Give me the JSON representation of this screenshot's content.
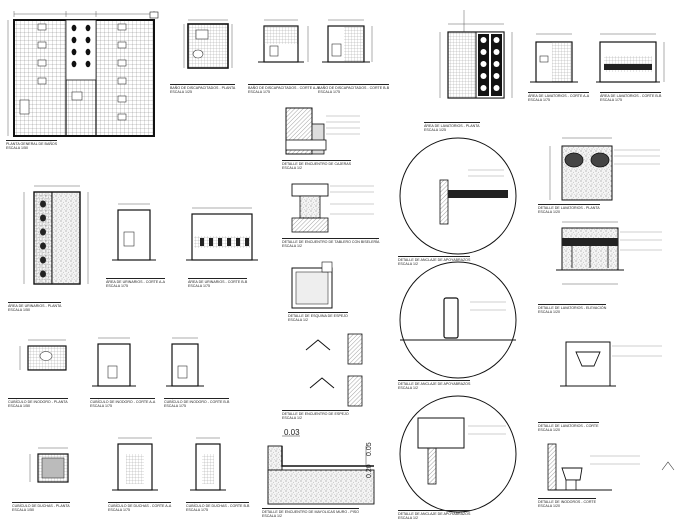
{
  "sheet": {
    "captions": {
      "plan_general": {
        "title": "PLANTA GENERAL DE BAÑOS",
        "scale": "ESCALA 1/50"
      },
      "bano_disc_planta": {
        "title": "BAÑO DE DISCAPACITADOS - PLANTA",
        "scale": "ESCALA 1/25"
      },
      "bano_disc_corte_aa": {
        "title": "BAÑO DE DISCAPACITADOS - CORTE A-A",
        "scale": "ESCALA 1/75"
      },
      "bano_disc_corte_bb": {
        "title": "BAÑO DE DISCAPACITADOS - CORTE B-B",
        "scale": "ESCALA 1/75"
      },
      "lavatorios_planta": {
        "title": "ÁREA DE LAVATORIOS - PLANTA",
        "scale": "ESCALA 1/25"
      },
      "lavatorios_corte_aa": {
        "title": "ÁREA DE LAVATORIOS - CORTE A-A",
        "scale": "ESCALA 1/75"
      },
      "lavatorios_corte_bb": {
        "title": "ÁREA DE LAVATORIOS - CORTE B-B",
        "scale": "ESCALA 1/75"
      },
      "encuentro_cajeras": {
        "title": "DETALLE DE ENCUENTRO DE CAJERAS",
        "scale": "ESCALA 1/2"
      },
      "encuentro_tablero": {
        "title": "DETALLE DE ENCUENTRO DE TABLERO CON BISELERÍA",
        "scale": "ESCALA 1/2"
      },
      "anclaje_1": {
        "title": "DETALLE DE ANCLAJE DE APOYABRAZOS",
        "scale": "ESCALA 1/2"
      },
      "lav_planta_det": {
        "title": "DETALLE DE LAVATORIOS - PLANTA",
        "scale": "ESCALA 1/20"
      },
      "urinarios_planta": {
        "title": "ÁREA DE URINARIOS - PLANTA",
        "scale": "ESCALA 1/50"
      },
      "urinarios_corte_aa": {
        "title": "ÁREA DE URINARIOS - CORTE A-A",
        "scale": "ESCALA 1/75"
      },
      "urinarios_corte_bb": {
        "title": "ÁREA DE URINARIOS - CORTE B-B",
        "scale": "ESCALA 1/75"
      },
      "esquina_espejo": {
        "title": "DETALLE DE ESQUINA DE ESPEJO",
        "scale": "ESCALA 1/2"
      },
      "lav_elevacion": {
        "title": "DETALLE DE LAVATORIOS - ELEVACIÓN",
        "scale": "ESCALA 1/20"
      },
      "inodoro_planta": {
        "title": "CUBÍCULO DE INODORO - PLANTA",
        "scale": "ESCALA 1/50"
      },
      "inodoro_corte_aa": {
        "title": "CUBÍCULO DE INODORO - CORTE A-A",
        "scale": "ESCALA 1/75"
      },
      "inodoro_corte_bb": {
        "title": "CUBÍCULO DE INODORO - CORTE B-B",
        "scale": "ESCALA 1/75"
      },
      "encuentro_espejo": {
        "title": "DETALLE DE ENCUENTRO DE ESPEJO",
        "scale": "ESCALA 1/2"
      },
      "anclaje_2": {
        "title": "DETALLE DE ANCLAJE DE APOYABRAZOS",
        "scale": "ESCALA 1/2"
      },
      "lav_corte": {
        "title": "DETALLE DE LAVATORIOS - CORTE",
        "scale": "ESCALA 1/20"
      },
      "duchas_planta": {
        "title": "CUBÍCULO DE DUCHAS - PLANTA",
        "scale": "ESCALA 1/50"
      },
      "duchas_corte_aa": {
        "title": "CUBÍCULO DE DUCHAS - CORTE A-A",
        "scale": "ESCALA 1/75"
      },
      "duchas_corte_bb": {
        "title": "CUBÍCULO DE DUCHAS - CORTE B-B",
        "scale": "ESCALA 1/75"
      },
      "mayolicas_muro_piso": {
        "title": "DETALLE DE ENCUENTRO DE MAYOLICAS MURO - PISO",
        "scale": "ESCALA 1/2"
      },
      "anclaje_3": {
        "title": "DETALLE DE ANCLAJE DE APOYABRAZOS",
        "scale": "ESCALA 1/2"
      },
      "inodoros_det": {
        "title": "DETALLE DE INODOROS - CORTE",
        "scale": "ESCALA 1/20"
      }
    },
    "dimensions": {
      "d003": "0.03",
      "d005": "0.05",
      "d020": "0.20"
    }
  }
}
